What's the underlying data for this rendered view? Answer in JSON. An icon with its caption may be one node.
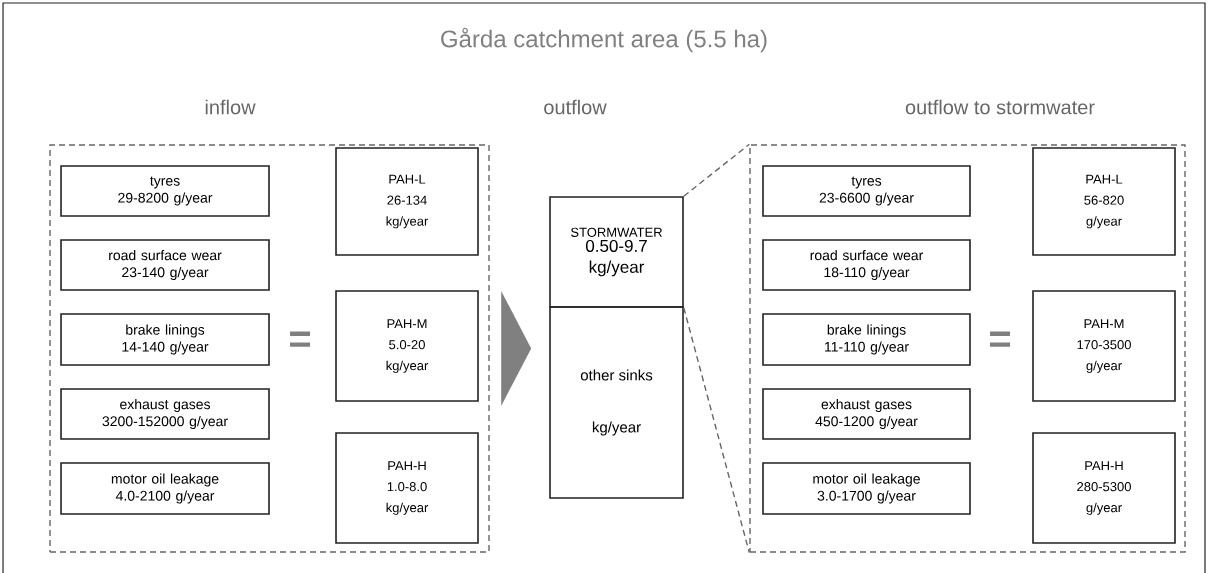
{
  "diagram": {
    "title": "Gårda catchment area (5.5 ha)",
    "nodes": [
      {
        "text": [
          "inflow"
        ]
      },
      {
        "text": [
          "tyres",
          "29-8200 g/year"
        ],
        "in": 0
      },
      {
        "text": [
          "road surface wear",
          "23-140 g/year"
        ],
        "in": 0
      },
      {
        "text": [
          "brake linings",
          "14-140 g/year"
        ],
        "in": 0
      },
      {
        "text": [
          "exhaust gases",
          "3200-152000 g/year"
        ],
        "in": 0
      },
      {
        "text": [
          "motor oil leakage",
          "4.0-2100 g/year"
        ],
        "in": 0
      },
      {
        "text": [
          "PAH-L 26-134 kg/year"
        ],
        "in": 0
      },
      {
        "text": [
          "PAH-M 5.0-20 kg/year"
        ],
        "in": 0
      },
      {
        "text": [
          "PAH-H 1.0-8.0 kg/year"
        ],
        "in": 0
      },
      {
        "text": [
          "STORMWATER",
          "0.50-9.7 kg/year"
        ]
      },
      {
        "text": [
          "other sinks",
          "kg/year"
        ]
      },
      {
        "text": [
          "outflow to stormwater"
        ]
      },
      {
        "text": [
          "tyres",
          "23-6600 g/year"
        ],
        "in": 11
      },
      {
        "text": [
          "road surface wear",
          "18-110 g/year"
        ],
        "in": 11
      },
      {
        "text": [
          "brake linings",
          "11-110 g/year"
        ],
        "in": 11
      },
      {
        "text": [
          "exhaust gases",
          "450-1200 g/year"
        ],
        "in": 11
      },
      {
        "text": [
          "motor oil leakage",
          "3.0-1700 g/year"
        ],
        "in": 11
      },
      {
        "text": [
          "PAH-L 56-820 g/year"
        ],
        "in": 11
      },
      {
        "text": [
          "PAH-M 170-3500 g/year"
        ],
        "in": 11
      },
      {
        "text": [
          "PAH-H 280-5300 g/year"
        ],
        "in": 11
      }
    ],
    "edges": [
      {
        "from": 0,
        "to": 10,
        "arrow": "to"
      },
      {
        "from": 9,
        "to": 11,
        "arrow": "none",
        "style": "dashed"
      },
      {
        "from": 9,
        "to": 11,
        "arrow": "none",
        "style": "dashed"
      }
    ],
    "labels": [
      "outflow",
      "=",
      "="
    ]
  }
}
